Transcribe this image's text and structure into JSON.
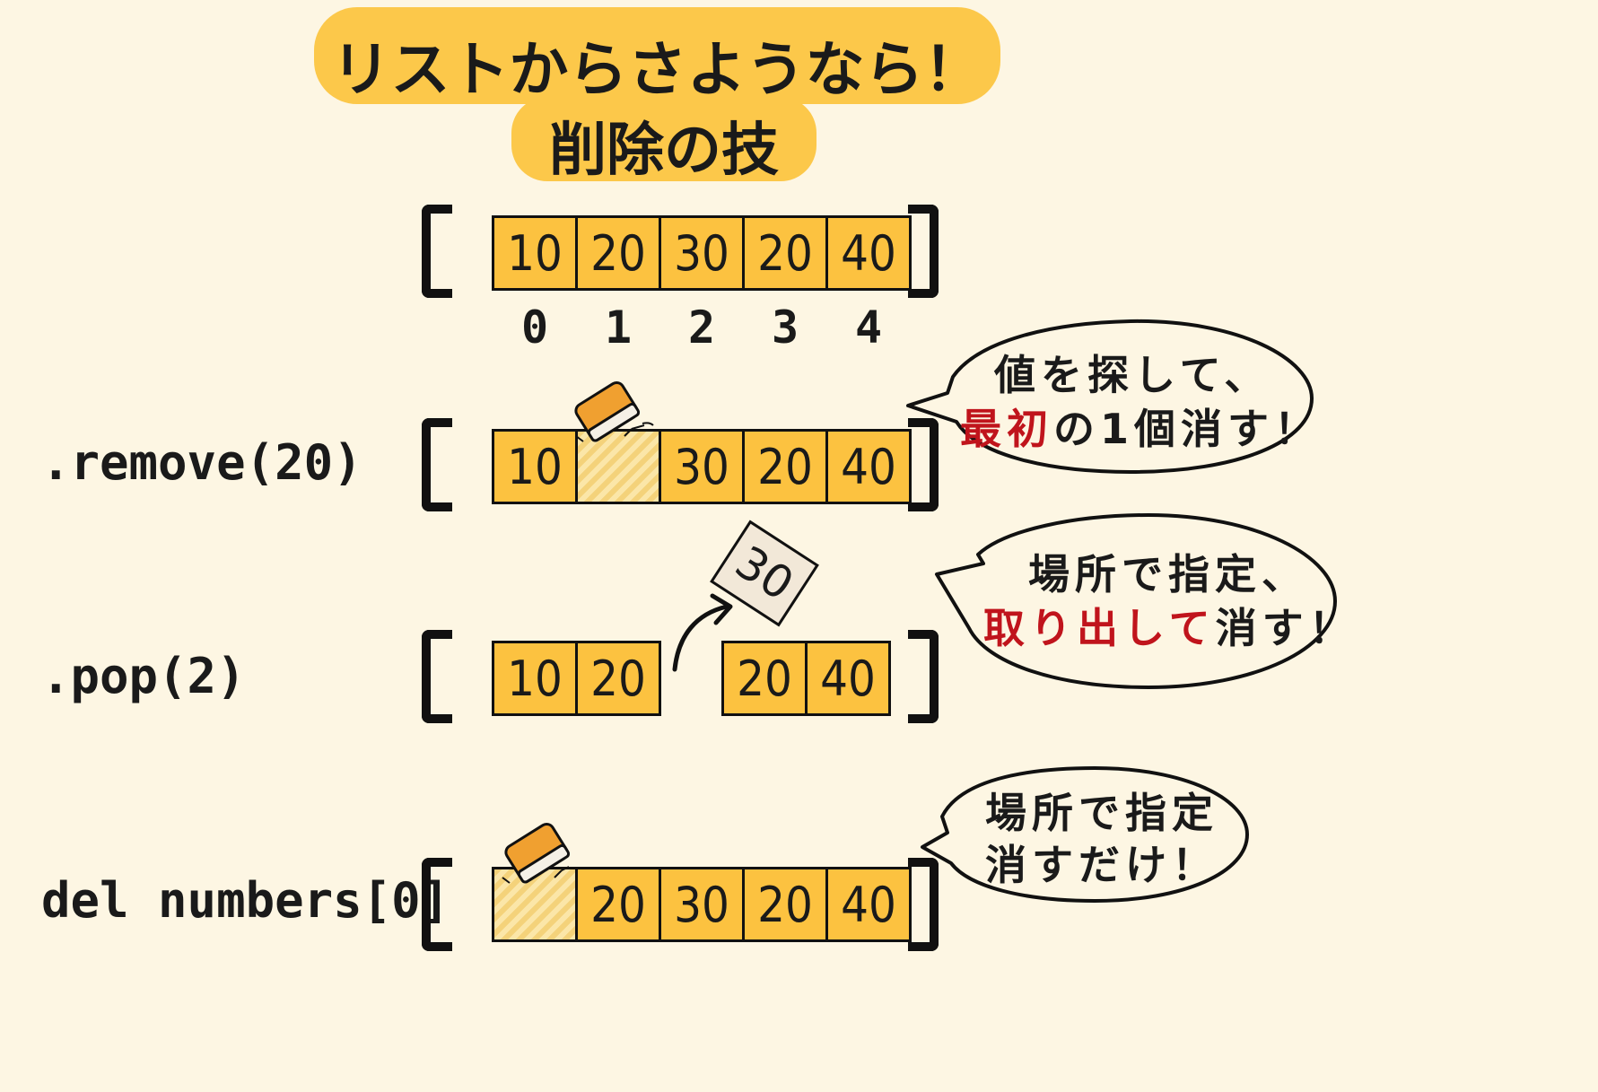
{
  "title": {
    "line1": "リストからさようなら！",
    "line2": "削除の技"
  },
  "original_list": {
    "values": [
      "10",
      "20",
      "30",
      "20",
      "40"
    ],
    "indices": [
      "0",
      "1",
      "2",
      "3",
      "4"
    ]
  },
  "remove": {
    "label": ".remove(20)",
    "values": [
      "10",
      "",
      "30",
      "20",
      "40"
    ],
    "bubble": {
      "line1": "値を探して、",
      "line2_red": "最初",
      "line2_rest": "の1個消す！"
    }
  },
  "pop": {
    "label": ".pop(2)",
    "values_left": [
      "10",
      "20"
    ],
    "values_right": [
      "20",
      "40"
    ],
    "popped_value": "30",
    "bubble": {
      "line1": "場所で指定、",
      "line2_red": "取り出して",
      "line2_rest": "消す！"
    }
  },
  "del": {
    "label": "del numbers[0]",
    "values": [
      "",
      "20",
      "30",
      "20",
      "40"
    ],
    "bubble": {
      "line1": "場所で指定",
      "line2": "消すだけ！"
    }
  },
  "icons": [
    "eraser-icon",
    "curved-arrow-icon"
  ],
  "colors": {
    "background": "#fdf6e3",
    "cell_fill": "#fcc240",
    "title_highlight": "#fcc84a",
    "accent_red": "#c0141c"
  }
}
